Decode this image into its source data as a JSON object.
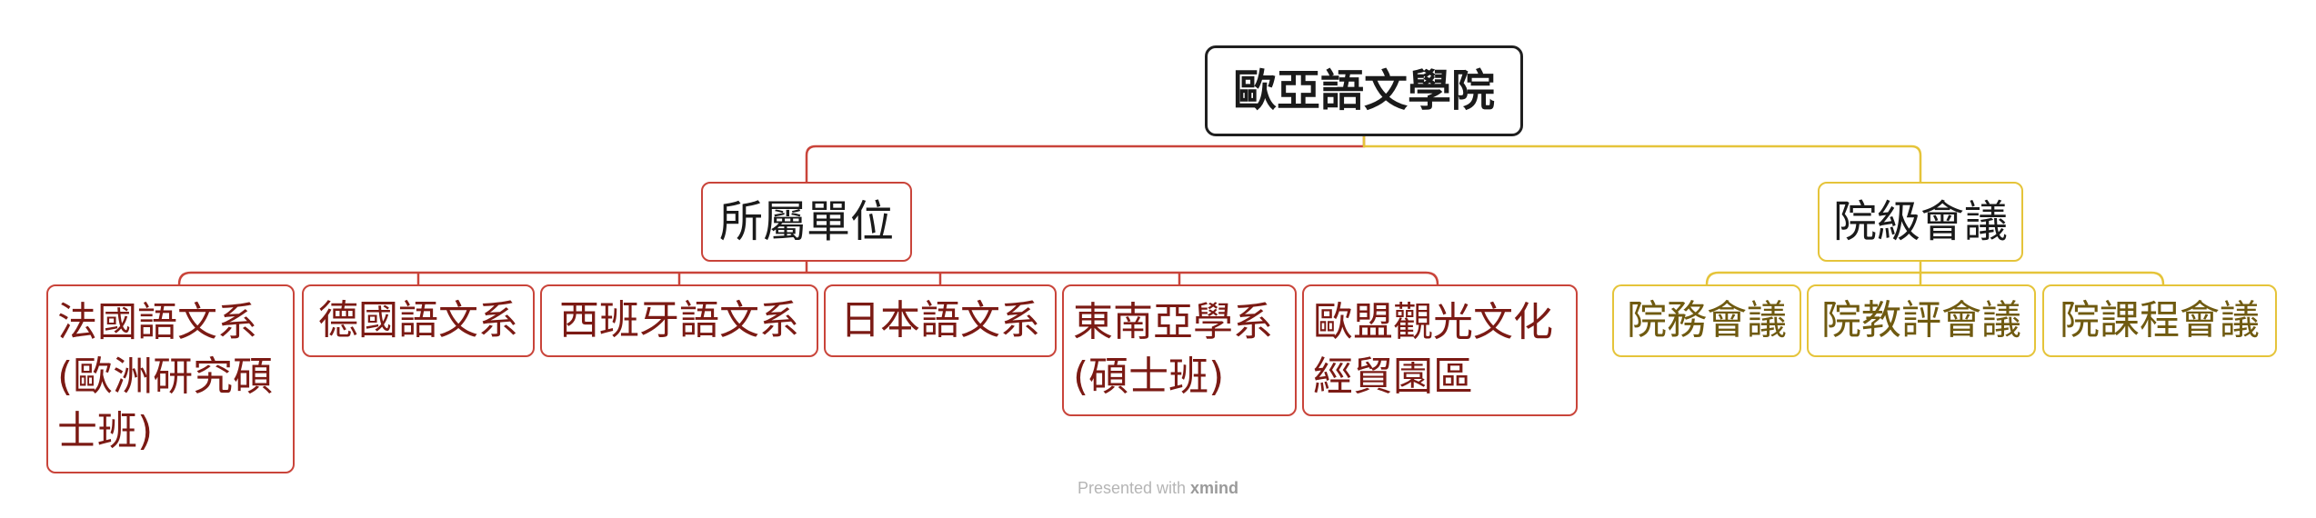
{
  "diagram": {
    "root": {
      "label": "歐亞語文學院"
    },
    "branches": [
      {
        "label": "所屬單位",
        "color": "#c9443a",
        "children": [
          {
            "label": "法國語文系(歐洲研究碩士班)"
          },
          {
            "label": "德國語文系"
          },
          {
            "label": "西班牙語文系"
          },
          {
            "label": "日本語文系"
          },
          {
            "label": "東南亞學系(碩士班)"
          },
          {
            "label": "歐盟觀光文化經貿園區"
          }
        ]
      },
      {
        "label": "院級會議",
        "color": "#e5c43a",
        "children": [
          {
            "label": "院務會議"
          },
          {
            "label": "院教評會議"
          },
          {
            "label": "院課程會議"
          }
        ]
      }
    ]
  },
  "footer": {
    "prefix": "Presented with",
    "brand": "xmind"
  }
}
